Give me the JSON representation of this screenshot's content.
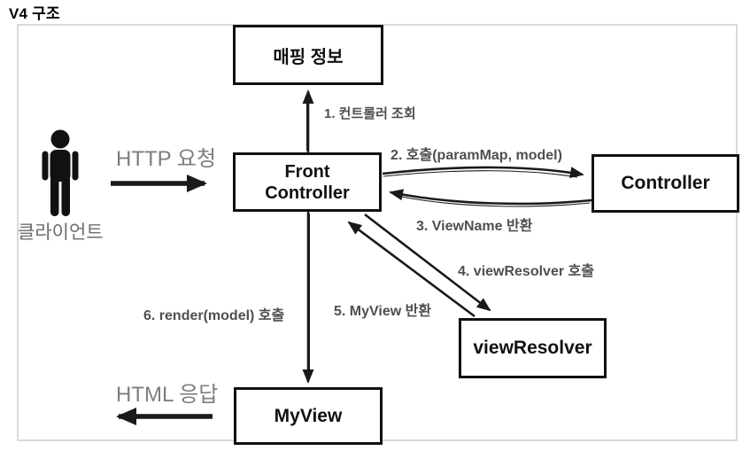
{
  "title": "V4 구조",
  "nodes": {
    "mapping_info": {
      "label": "매핑 정보"
    },
    "front_controller": {
      "lines": [
        "Front",
        "Controller"
      ]
    },
    "controller": {
      "label": "Controller"
    },
    "view_resolver": {
      "label": "viewResolver"
    },
    "my_view": {
      "label": "MyView"
    }
  },
  "client": {
    "label": "클라이언트",
    "request_label": "HTTP 요청",
    "response_label": "HTML 응답"
  },
  "steps": {
    "s1": "1. 컨트롤러 조회",
    "s2": "2. 호출(paramMap, model)",
    "s3": "3. ViewName 반환",
    "s4": "4. viewResolver 호출",
    "s5": "5. MyView 반환",
    "s6": "6. render(model) 호출"
  },
  "colors": {
    "box_border": "#111111",
    "arrow": "#1a1a1a",
    "step_label": "#4f4f4f",
    "io_label": "#7d7d7d",
    "client_label": "#6d6d6d",
    "frame_border": "#dadada",
    "background": "#ffffff"
  }
}
